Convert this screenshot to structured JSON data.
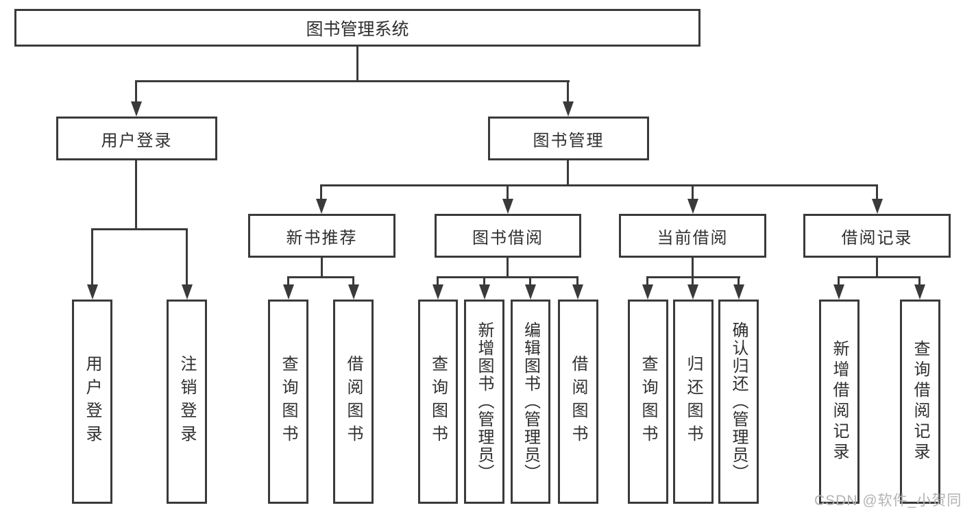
{
  "diagram": {
    "title": "图书管理系统",
    "level2": [
      "用户登录",
      "图书管理"
    ],
    "level3": [
      "新书推荐",
      "图书借阅",
      "当前借阅",
      "借阅记录"
    ],
    "leaves": {
      "user_login": [
        "用户登录",
        "注销登录"
      ],
      "new_book_rec": [
        "查询图书",
        "借阅图书"
      ],
      "book_borrow": [
        "查询图书",
        "新增图书（管理员）",
        "编辑图书（管理员）",
        "借阅图书"
      ],
      "current_borrow": [
        "查询图书",
        "归还图书",
        "确认归还（管理员）"
      ],
      "borrow_records": [
        "新增借阅记录",
        "查询借阅记录"
      ]
    },
    "watermark": "CSDN @软件_小贺同学",
    "colors": {
      "line": "#3a3a3a",
      "text": "#2f2f2f",
      "watermark": "#b3b3b3",
      "background": "#ffffff"
    }
  }
}
